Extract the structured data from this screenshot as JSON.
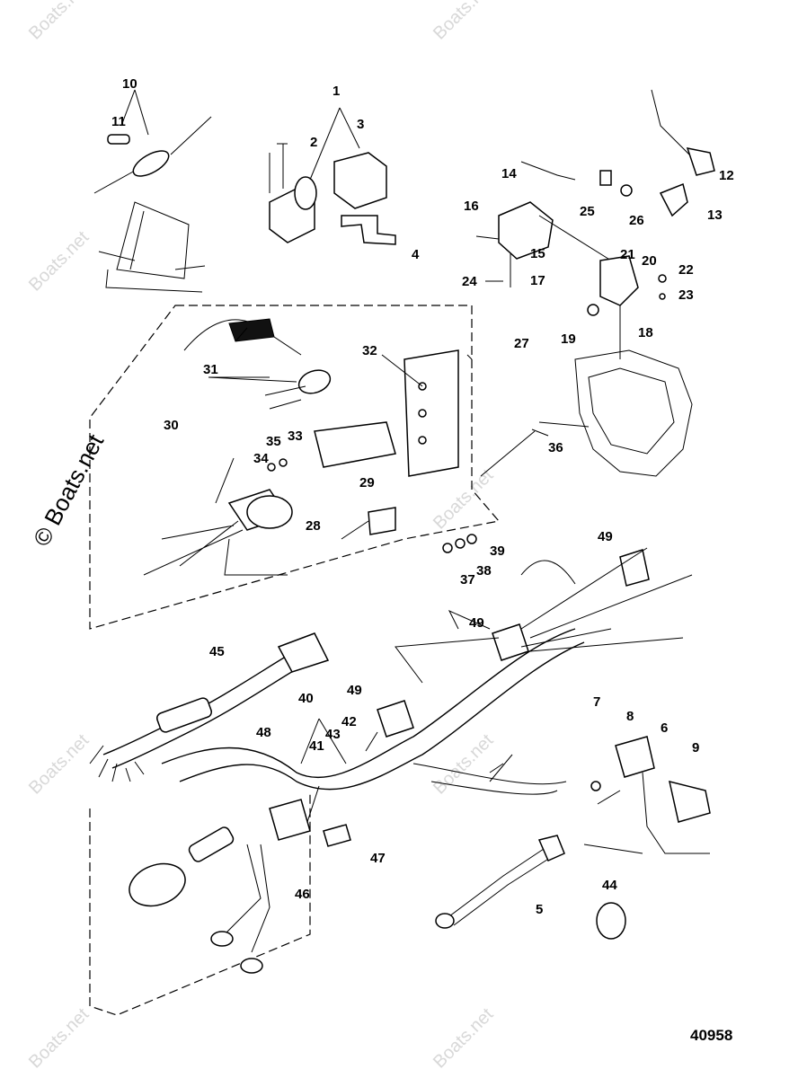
{
  "watermark": {
    "copyright_text": "© Boats.net",
    "brand_text": "Boats.net"
  },
  "figure": {
    "reference_number": "40958"
  },
  "callouts": [
    "1",
    "2",
    "3",
    "4",
    "5",
    "6",
    "7",
    "8",
    "9",
    "10",
    "11",
    "12",
    "13",
    "14",
    "15",
    "16",
    "17",
    "18",
    "19",
    "20",
    "21",
    "22",
    "23",
    "24",
    "25",
    "26",
    "27",
    "28",
    "29",
    "30",
    "31",
    "32",
    "33",
    "34",
    "35",
    "36",
    "37",
    "38",
    "39",
    "40",
    "41",
    "42",
    "43",
    "44",
    "45",
    "46",
    "47",
    "48",
    "49"
  ]
}
